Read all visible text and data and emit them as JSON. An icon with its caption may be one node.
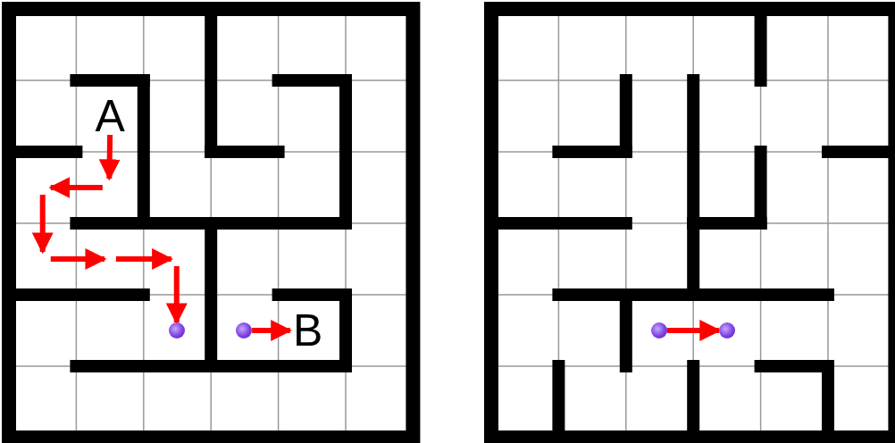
{
  "diagram": {
    "nodes": [
      {
        "text": [
          "A"
        ]
      },
      {
        "text": [],
        "shape": "circle"
      },
      {
        "text": [],
        "shape": "circle"
      },
      {
        "text": [
          "B"
        ]
      },
      {
        "text": [],
        "shape": "circle"
      },
      {
        "text": [],
        "shape": "circle"
      }
    ],
    "edges": [
      {
        "from": 0,
        "to": null,
        "arrow": "to"
      },
      {
        "from": null,
        "to": 1,
        "arrow": "to"
      },
      {
        "from": 2,
        "to": 3,
        "arrow": "to"
      },
      {
        "from": 4,
        "to": 5,
        "arrow": "to"
      }
    ]
  }
}
